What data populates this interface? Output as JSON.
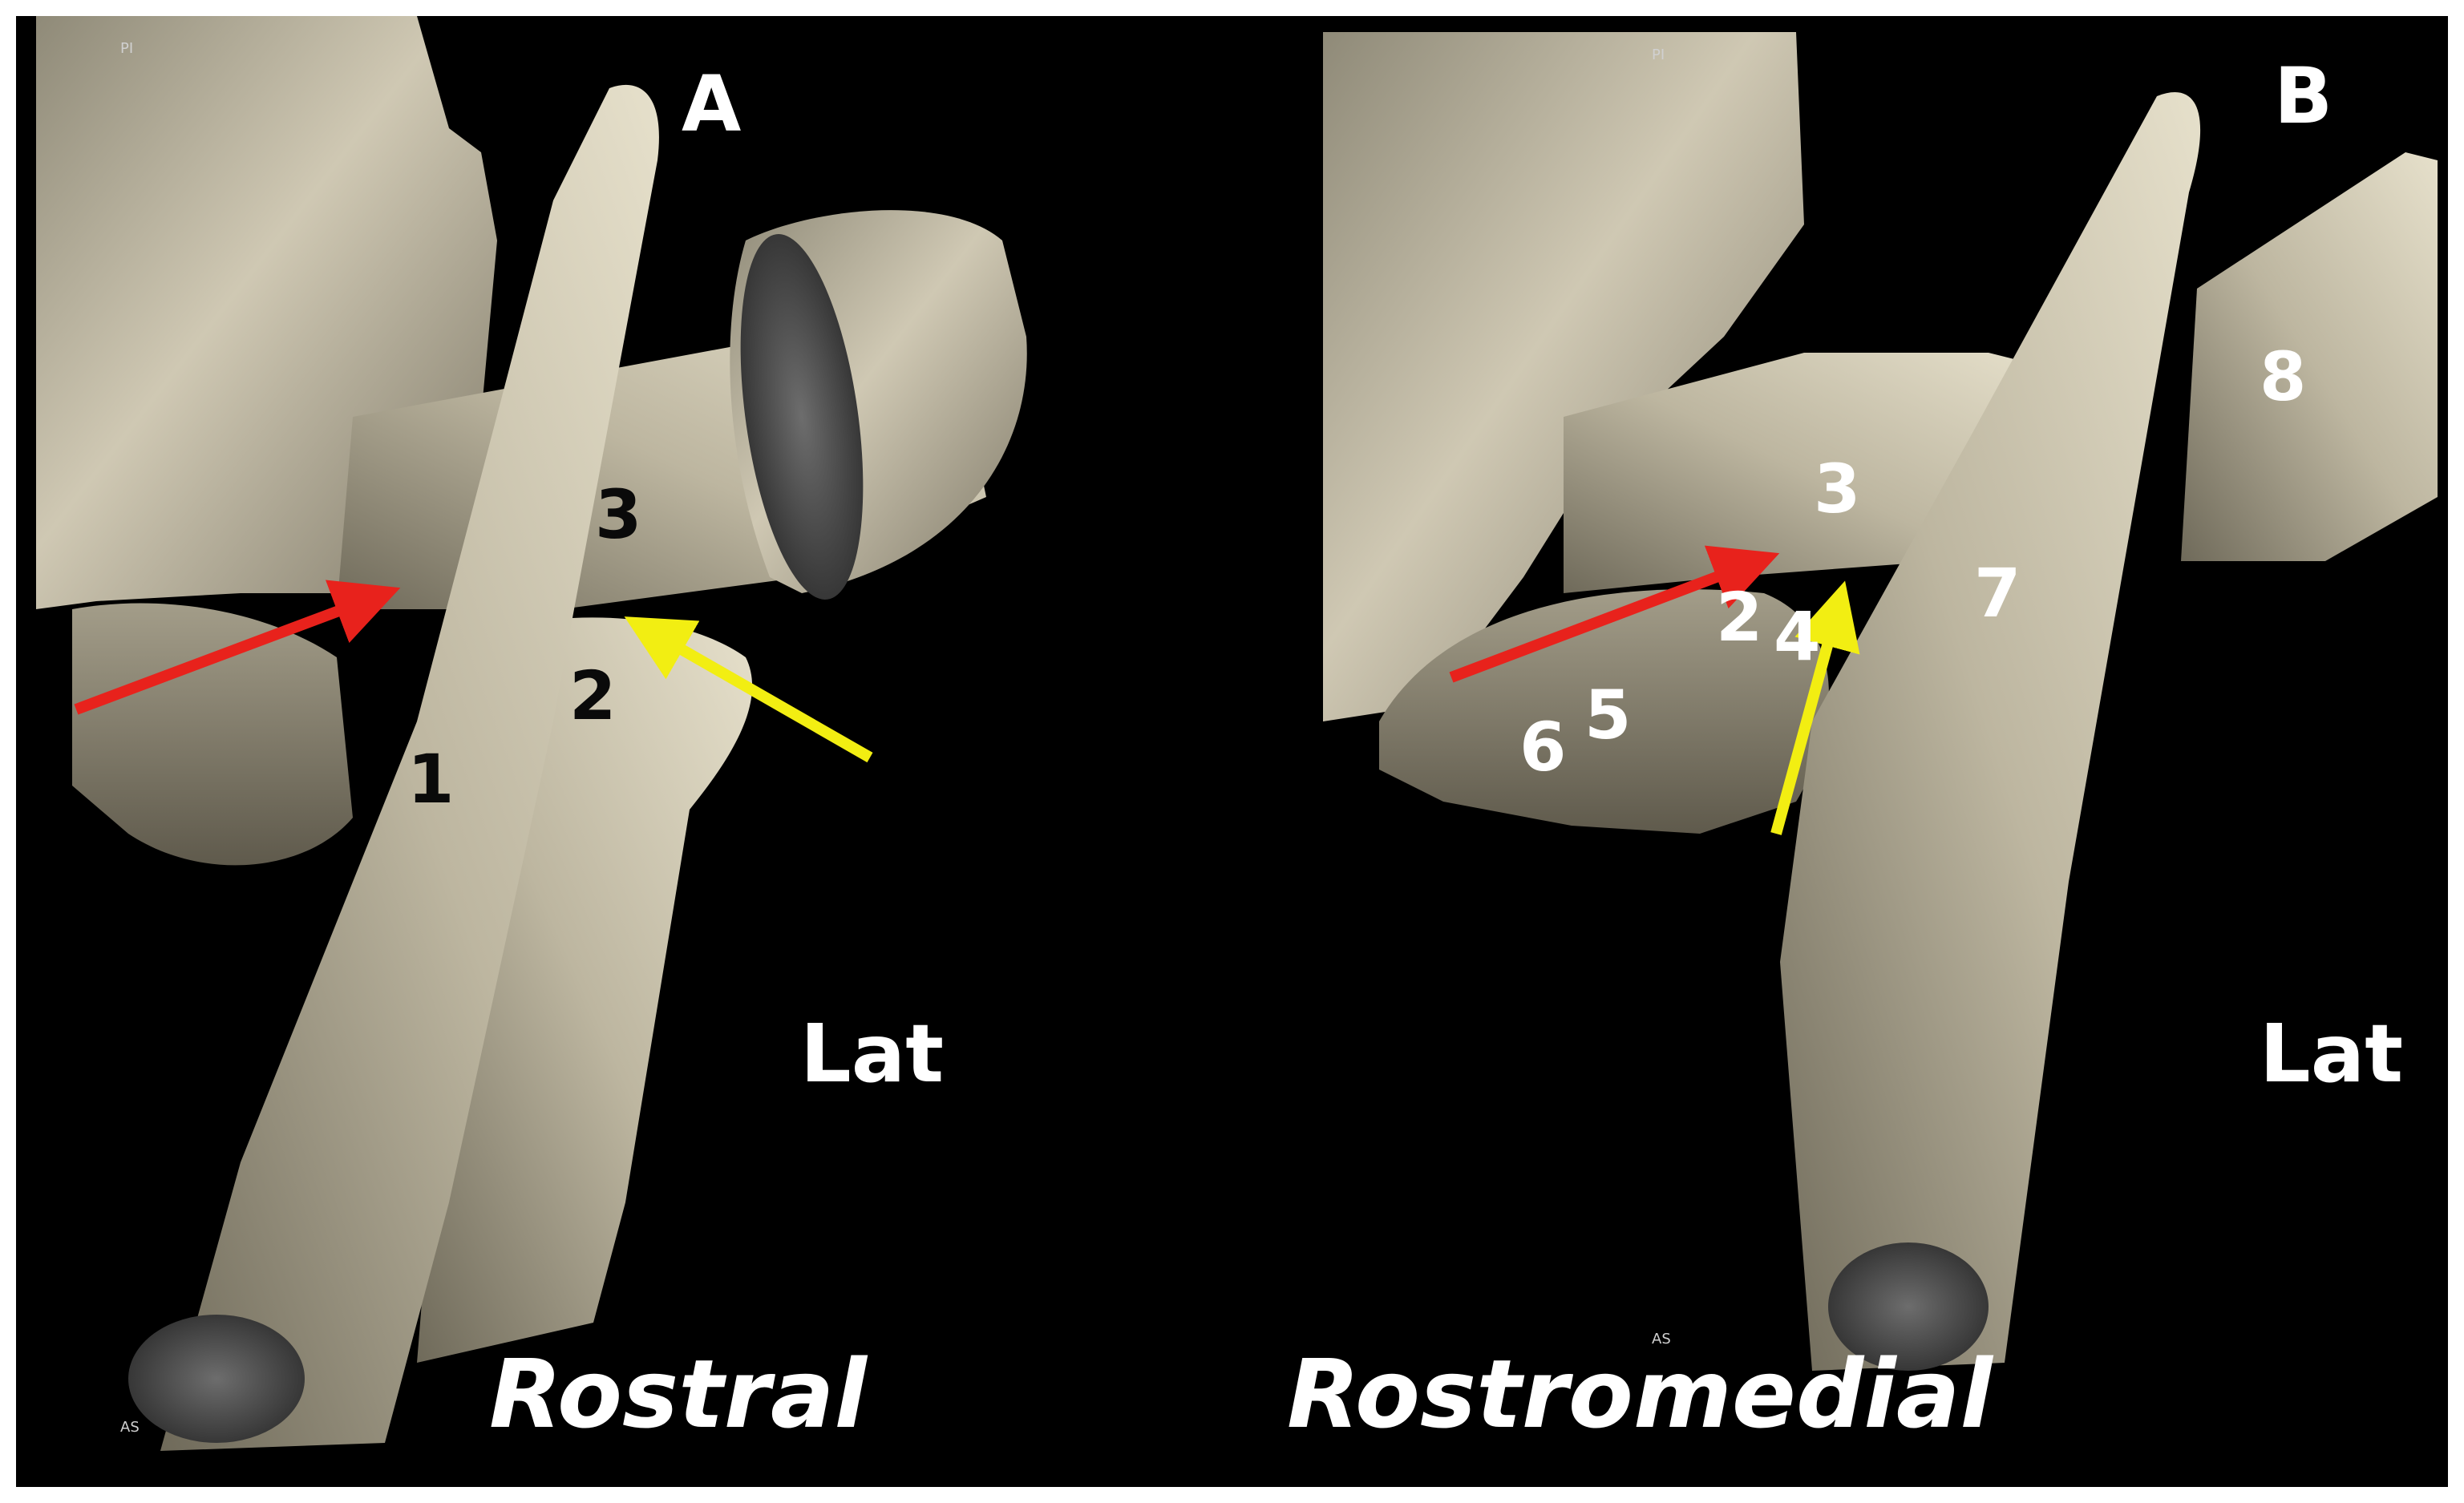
{
  "panels": [
    {
      "letter": "A",
      "view_label": "Rostral",
      "direction_label": "Lat",
      "corner_top": "PI",
      "corner_bottom": "AS",
      "structures": [
        "1",
        "2",
        "3"
      ]
    },
    {
      "letter": "B",
      "view_label": "Rostromedial",
      "direction_label": "Lat",
      "corner_top": "PI",
      "corner_bottom": "AS",
      "structures": [
        "2",
        "3",
        "4",
        "5",
        "6",
        "7",
        "8"
      ]
    }
  ],
  "colors": {
    "background": "#000000",
    "frame": "#ffffff",
    "bone": "#c9c2ae",
    "red_arrow": "#e8221c",
    "yellow_arrow": "#f2ee12"
  }
}
